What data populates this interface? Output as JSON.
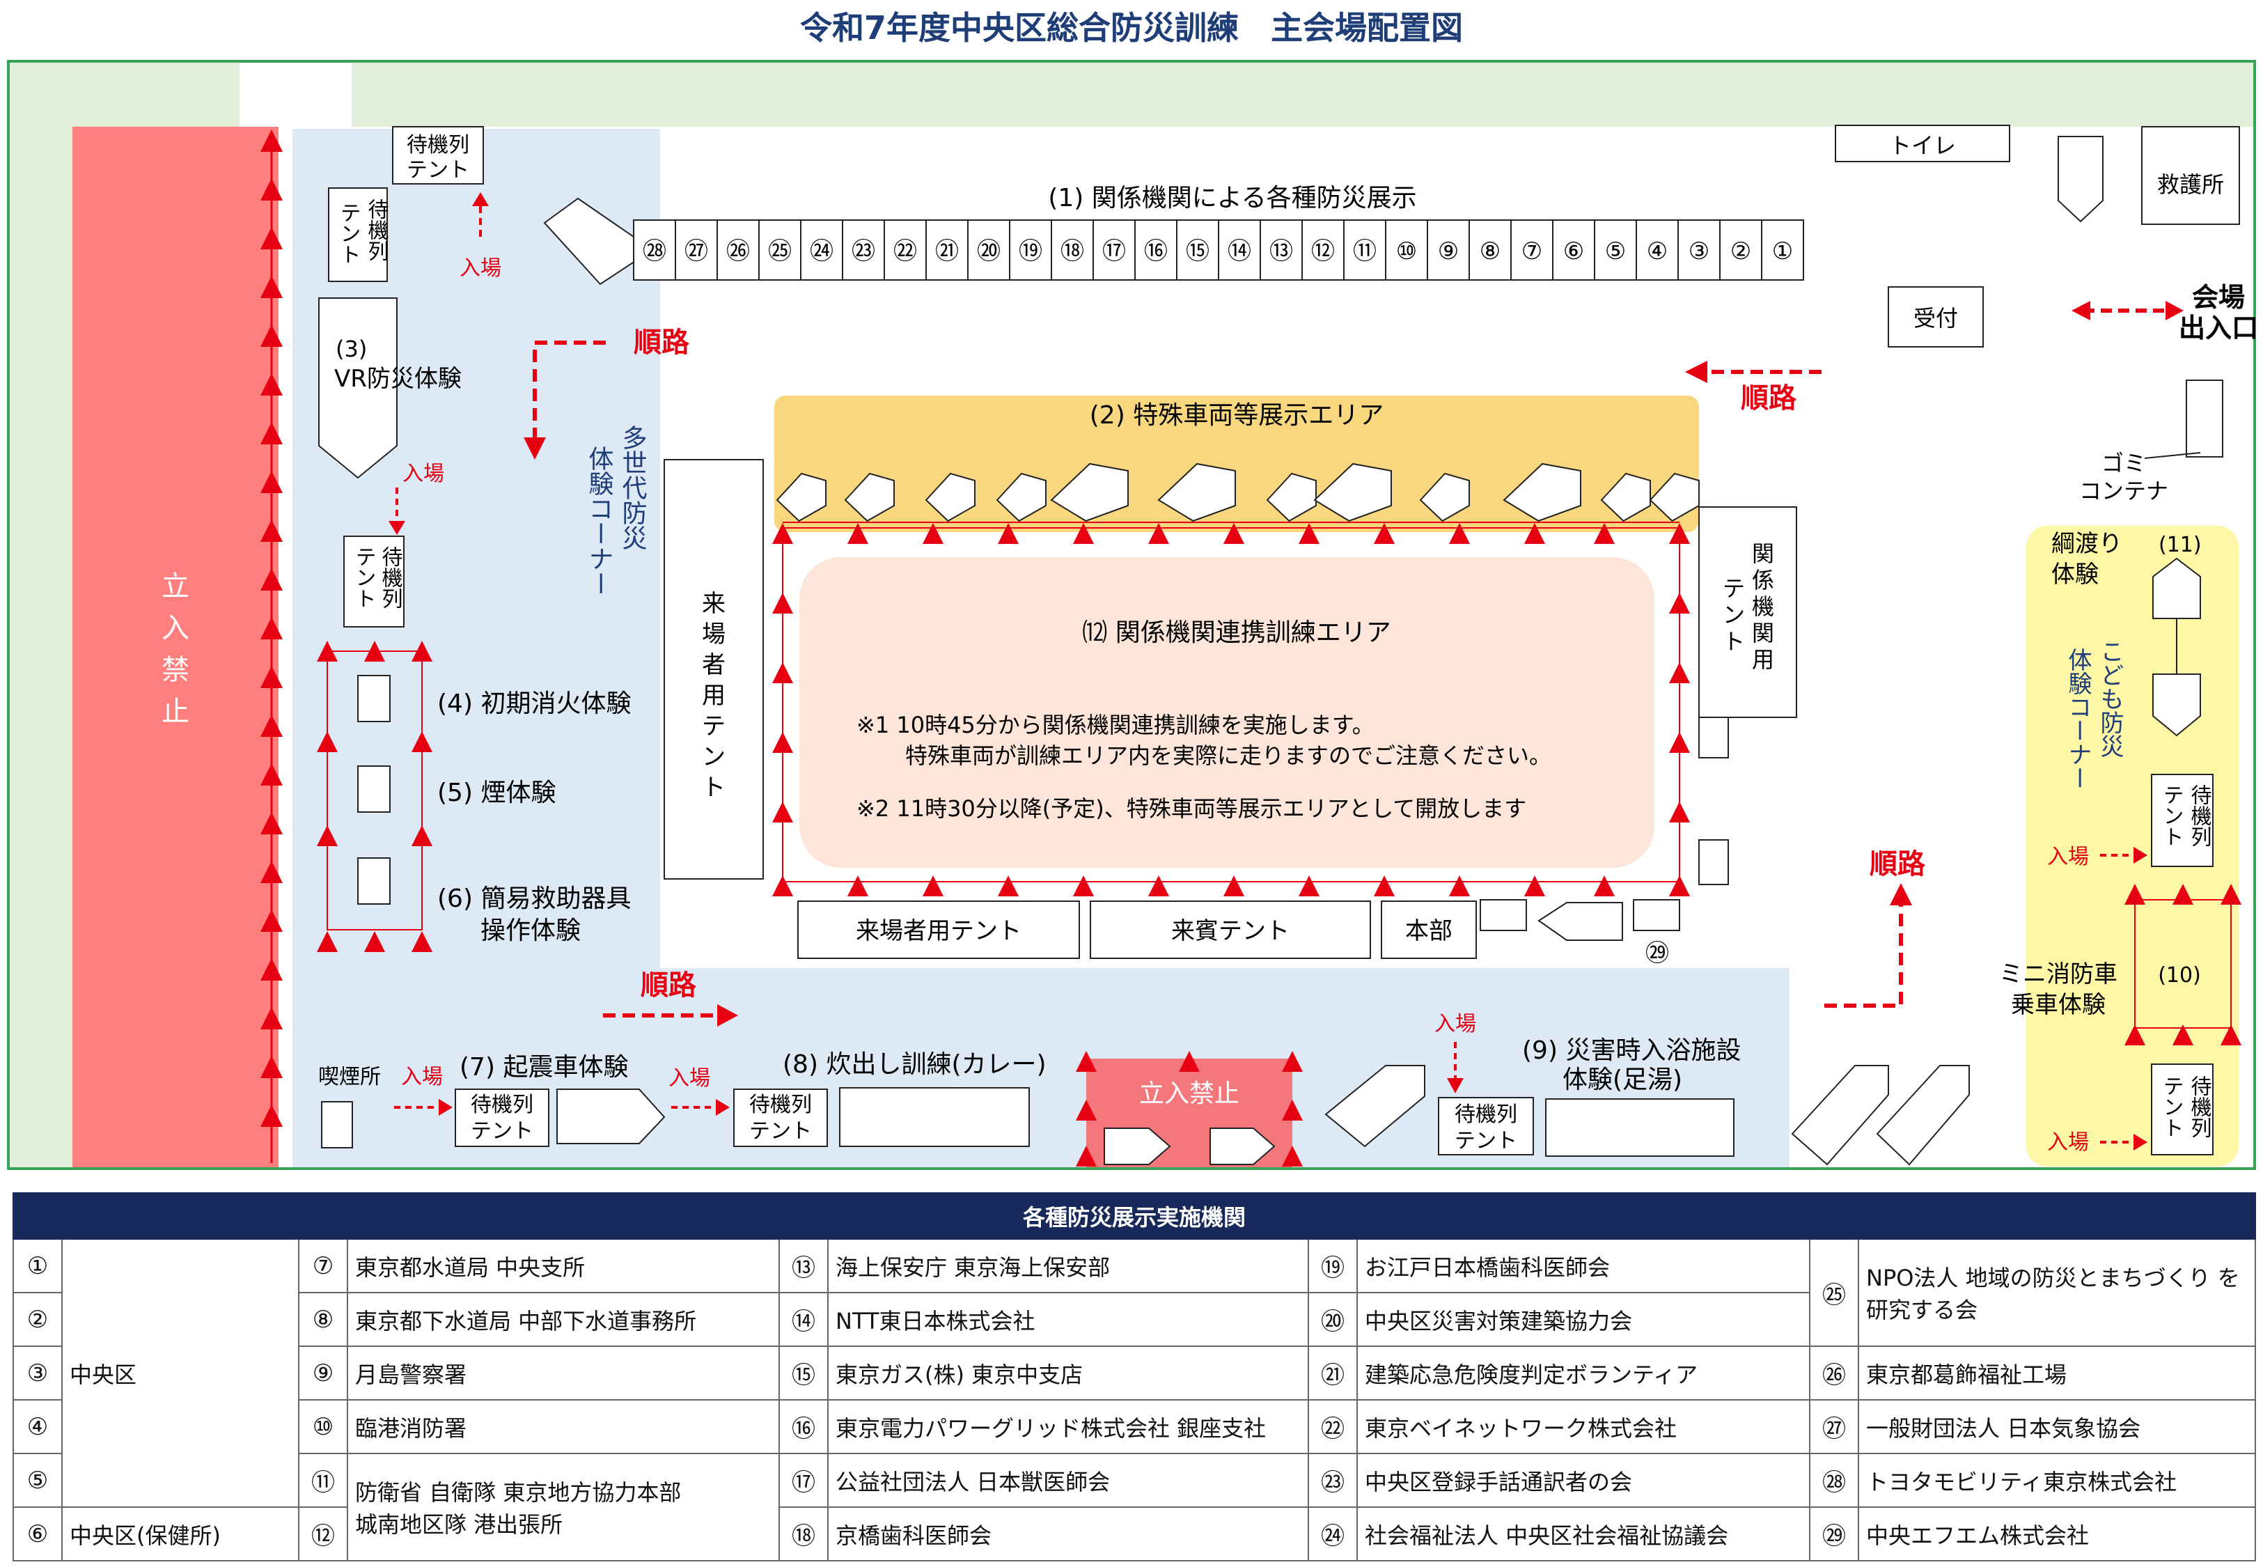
{
  "title": "令和7年度中央区総合防災訓練　主会場配置図",
  "areas": {
    "no_entry": "立入禁止",
    "no_entry_v": [
      "立",
      "入",
      "禁",
      "止"
    ],
    "tamasedai": [
      "多世代防災",
      "体験コーナー"
    ],
    "kodomo": [
      "こども防災",
      "体験コーナー"
    ],
    "special_vehicle": "(2)  特殊車両等展示エリア",
    "renkei": "⑿  関係機関連携訓練エリア",
    "note1a": "※1  10時45分から関係機関連携訓練を実施します。",
    "note1b": "特殊車両が訓練エリア内を実際に走りますのでご注意ください。",
    "note2": "※2  11時30分以降(予定)、特殊車両等展示エリアとして開放します",
    "bosai_title": "(1)  関係機関による各種防災展示",
    "booths": [
      "㉘",
      "㉗",
      "㉖",
      "㉕",
      "㉔",
      "㉓",
      "㉒",
      "㉑",
      "⑳",
      "⑲",
      "⑱",
      "⑰",
      "⑯",
      "⑮",
      "⑭",
      "⑬",
      "⑫",
      "⑪",
      "⑩",
      "⑨",
      "⑧",
      "⑦",
      "⑥",
      "⑤",
      "④",
      "③",
      "②",
      "①"
    ]
  },
  "labels": {
    "taikiretsu_tent": "待機列テント",
    "tent_a": "待機列",
    "tent_b": "テント",
    "nyujo": "入場",
    "junro": "順路",
    "vr_num": "(3)",
    "vr": "VR防災体験",
    "shoki": "(4)  初期消火体験",
    "kemuri": "(5)  煙体験",
    "kyujo1": "(6)  簡易救助器具",
    "kyujo2": "操作体験",
    "kitsuen": "喫煙所",
    "kishin": "(7)  起震車体験",
    "takidashi": "(8)  炊出し訓練(カレー)",
    "yokujo1": "(9)  災害時入浴施設",
    "yokujo2": "体験(足湯)",
    "raijosha_tent_v": [
      "来",
      "場",
      "者",
      "用",
      "テ",
      "ン",
      "ト"
    ],
    "raijosha_tent": "来場者用テント",
    "raihin_tent": "来賓テント",
    "honbu": "本部",
    "kankei_tent_v": [
      "関",
      "係",
      "機",
      "関",
      "用"
    ],
    "kankei_tent_v2": [
      "テ",
      "ン",
      "ト"
    ],
    "num29": "㉙",
    "toilet": "トイレ",
    "kyugo": "救護所",
    "uketsuke": "受付",
    "exit1": "会場",
    "exit2": "出入口",
    "gomi1": "ゴミ",
    "gomi2": "コンテナ",
    "tsunawatari1": "綱渡り",
    "tsunawatari2": "体験",
    "num11": "(11)",
    "mini1": "ミニ消防車",
    "mini2": "乗車体験",
    "num10": "(10)"
  },
  "legend": {
    "header": "各種防災展示実施機関",
    "rows": [
      [
        "①",
        "",
        "⑦",
        "東京都水道局 中央支所",
        "⑬",
        "海上保安庁 東京海上保安部",
        "⑲",
        "お江戸日本橋歯科医師会",
        "㉕",
        "NPO法人 地域の防災とまちづくり"
      ],
      [
        "②",
        "",
        "⑧",
        "東京都下水道局 中部下水道事務所",
        "⑭",
        "NTT東日本株式会社",
        "⑳",
        "中央区災害対策建築協力会",
        "",
        "を研究する会"
      ],
      [
        "③",
        "中央区",
        "⑨",
        "月島警察署",
        "⑮",
        "東京ガス(株) 東京中支店",
        "㉑",
        "建築応急危険度判定ボランティア",
        "㉖",
        "東京都葛飾福祉工場"
      ],
      [
        "④",
        "",
        "⑩",
        "臨港消防署",
        "⑯",
        "東京電力パワーグリッド株式会社 銀座支社",
        "㉒",
        "東京ベイネットワーク株式会社",
        "㉗",
        "一般財団法人 日本気象協会"
      ],
      [
        "⑤",
        "",
        "⑪",
        "防衛省 自衛隊 東京地方協力本部",
        "⑰",
        "公益社団法人 日本獣医師会",
        "㉓",
        "中央区登録手話通訳者の会",
        "㉘",
        "トヨタモビリティ東京株式会社"
      ],
      [
        "⑥",
        "中央区(保健所)",
        "⑫",
        "城南地区隊 港出張所",
        "⑱",
        "京橋歯科医師会",
        "㉔",
        "社会福祉法人 中央区社会福祉協議会",
        "㉙",
        "中央エフエム株式会社"
      ]
    ]
  },
  "colors": {
    "red_zone": "#ff7f7f",
    "blue_zone": "#dde9f5",
    "yellow_zone": "#fdf7a6",
    "orange_zone": "#f8d77e",
    "peach_zone": "#fde6d9",
    "green_strip": "#e3efd9",
    "border_green": "#3aa35a",
    "triangle": "#e60012",
    "navy": "#17295a"
  }
}
